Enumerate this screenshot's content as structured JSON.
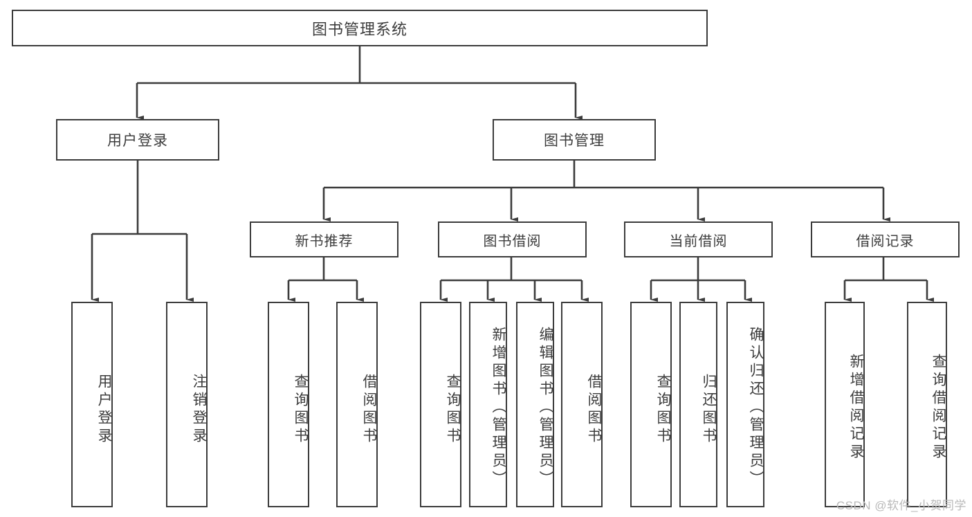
{
  "diagram": {
    "title": "图书管理系统",
    "type": "function-structure-tree",
    "colors": {
      "box_stroke": "#3b3b3b",
      "box_fill": "#ffffff",
      "text": "#3c3c3c",
      "connector": "#3b3b3b",
      "watermark": "#b9b9b9",
      "background": "#ffffff"
    },
    "root": {
      "label": "图书管理系统"
    },
    "level2": [
      {
        "label": "用户登录"
      },
      {
        "label": "图书管理"
      }
    ],
    "level3": [
      {
        "label": "新书推荐"
      },
      {
        "label": "图书借阅"
      },
      {
        "label": "当前借阅"
      },
      {
        "label": "借阅记录"
      }
    ],
    "leaves": [
      {
        "label": "用户登录",
        "parent": "用户登录"
      },
      {
        "label": "注销登录",
        "parent": "用户登录"
      },
      {
        "label": "查询图书",
        "parent": "新书推荐"
      },
      {
        "label": "借阅图书",
        "parent": "新书推荐"
      },
      {
        "label": "查询图书",
        "parent": "图书借阅"
      },
      {
        "label": "新增图书（管理员）",
        "parent": "图书借阅"
      },
      {
        "label": "编辑图书（管理员）",
        "parent": "图书借阅"
      },
      {
        "label": "借阅图书",
        "parent": "图书借阅"
      },
      {
        "label": "查询图书",
        "parent": "当前借阅"
      },
      {
        "label": "归还图书",
        "parent": "当前借阅"
      },
      {
        "label": "确认归还（管理员）",
        "parent": "当前借阅"
      },
      {
        "label": "新增借阅记录",
        "parent": "借阅记录"
      },
      {
        "label": "查询借阅记录",
        "parent": "借阅记录"
      }
    ]
  },
  "watermark": {
    "text": "CSDN @软件_小贺同学"
  }
}
